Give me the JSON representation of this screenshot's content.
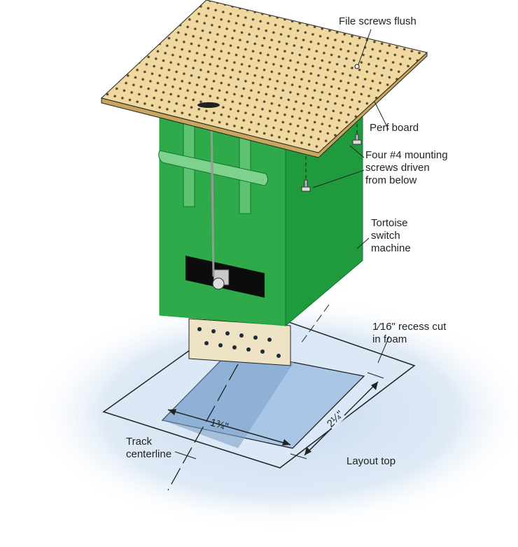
{
  "labels": {
    "file_screws": "File screws flush",
    "perf_board": "Perf board",
    "mounting_screws": "Four #4 mounting\nscrews driven\nfrom below",
    "tortoise": "Tortoise\nswitch\nmachine",
    "recess": "1⁄16\" recess cut\nin foam",
    "track_centerline": "Track\ncenterline",
    "layout_top": "Layout top"
  },
  "dimensions": {
    "width": "1¾\"",
    "depth": "2¼\""
  },
  "colors": {
    "perf_board": "#efd9a0",
    "machine_green": "#2eaa4a",
    "foam_light": "#cfe0f2",
    "recess": "#9dbde0"
  }
}
